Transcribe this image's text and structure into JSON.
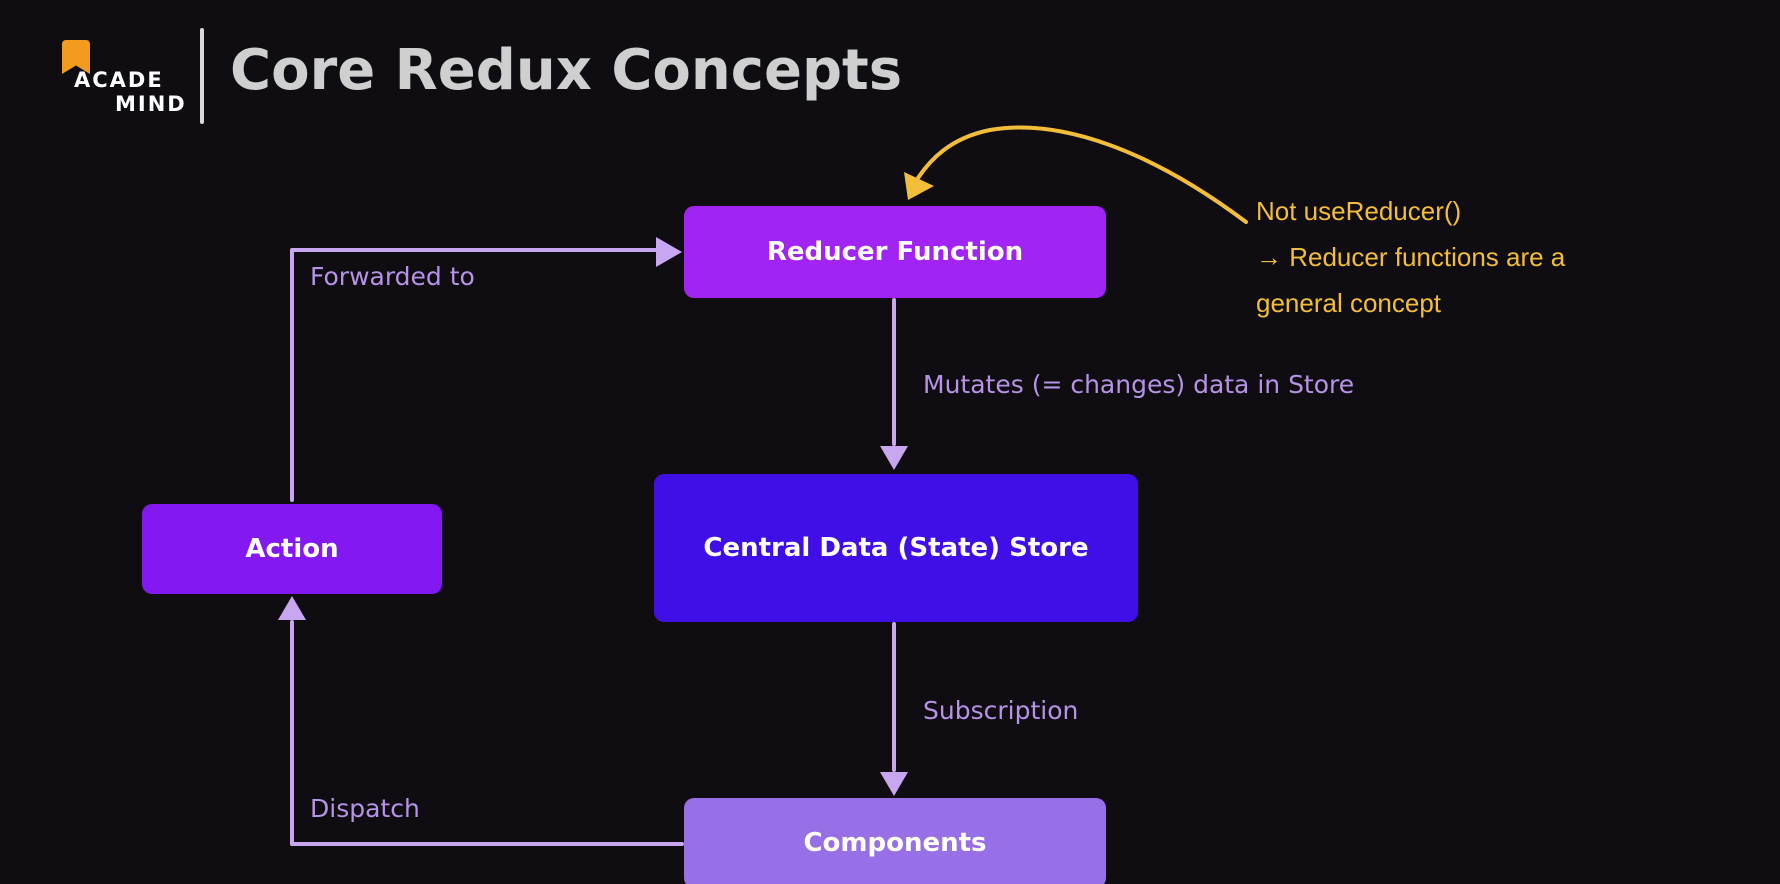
{
  "header": {
    "logo_line1": "ACADE",
    "logo_line2": "MIND",
    "title": "Core Redux Concepts"
  },
  "nodes": {
    "reducer": "Reducer Function",
    "store": "Central Data (State) Store",
    "action": "Action",
    "components": "Components"
  },
  "edges": {
    "forwarded_to": "Forwarded to",
    "mutates": "Mutates (= changes) data in Store",
    "subscription": "Subscription",
    "dispatch": "Dispatch"
  },
  "annotation": {
    "line1": "Not useReducer()",
    "line2": "→ Reducer functions are a",
    "line3": "general concept"
  },
  "colors": {
    "background": "#0f0d12",
    "reducer": "#a224f4",
    "store": "#400ee6",
    "action": "#8418f2",
    "components": "#976fe6",
    "connector": "#c9a6f0",
    "annotation": "#f2be3a"
  }
}
